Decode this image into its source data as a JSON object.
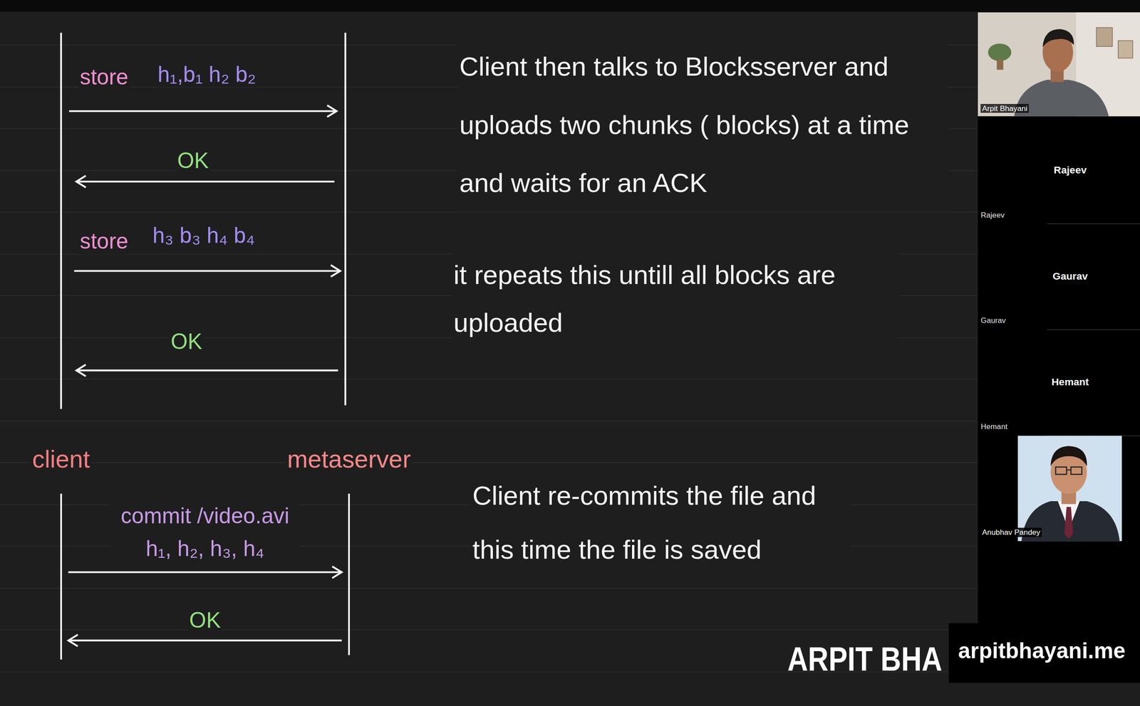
{
  "diagram": {
    "nodes": [
      {
        "text": [
          "client"
        ]
      },
      {
        "text": [
          "metaserver"
        ]
      }
    ],
    "edges": [
      {
        "from": 0,
        "to": 1,
        "label": "commit /video.avi h₁, h₂, h₃, h₄",
        "arrow": "to"
      },
      {
        "from": 1,
        "to": 0,
        "label": "OK",
        "arrow": "to"
      }
    ],
    "labels": [
      "store",
      "h₁,b₁ h₂ b₂",
      "OK",
      "store",
      "h₃ b₃ h₄ b₄",
      "OK",
      "Client then talks to Blocksserver and uploads two chunks ( blocks) at a time and waits for an ACK",
      "it repeats this untill all blocks are uploaded",
      "Client re-commits the file and this time the file is saved",
      "Arpit Bhayani",
      "Rajeev",
      "Rajeev",
      "Gaurav",
      "Gaurav",
      "Hemant",
      "Hemant",
      "Anubhav Pandey",
      "ARPIT BHA",
      "arpitbhayani.me"
    ]
  }
}
